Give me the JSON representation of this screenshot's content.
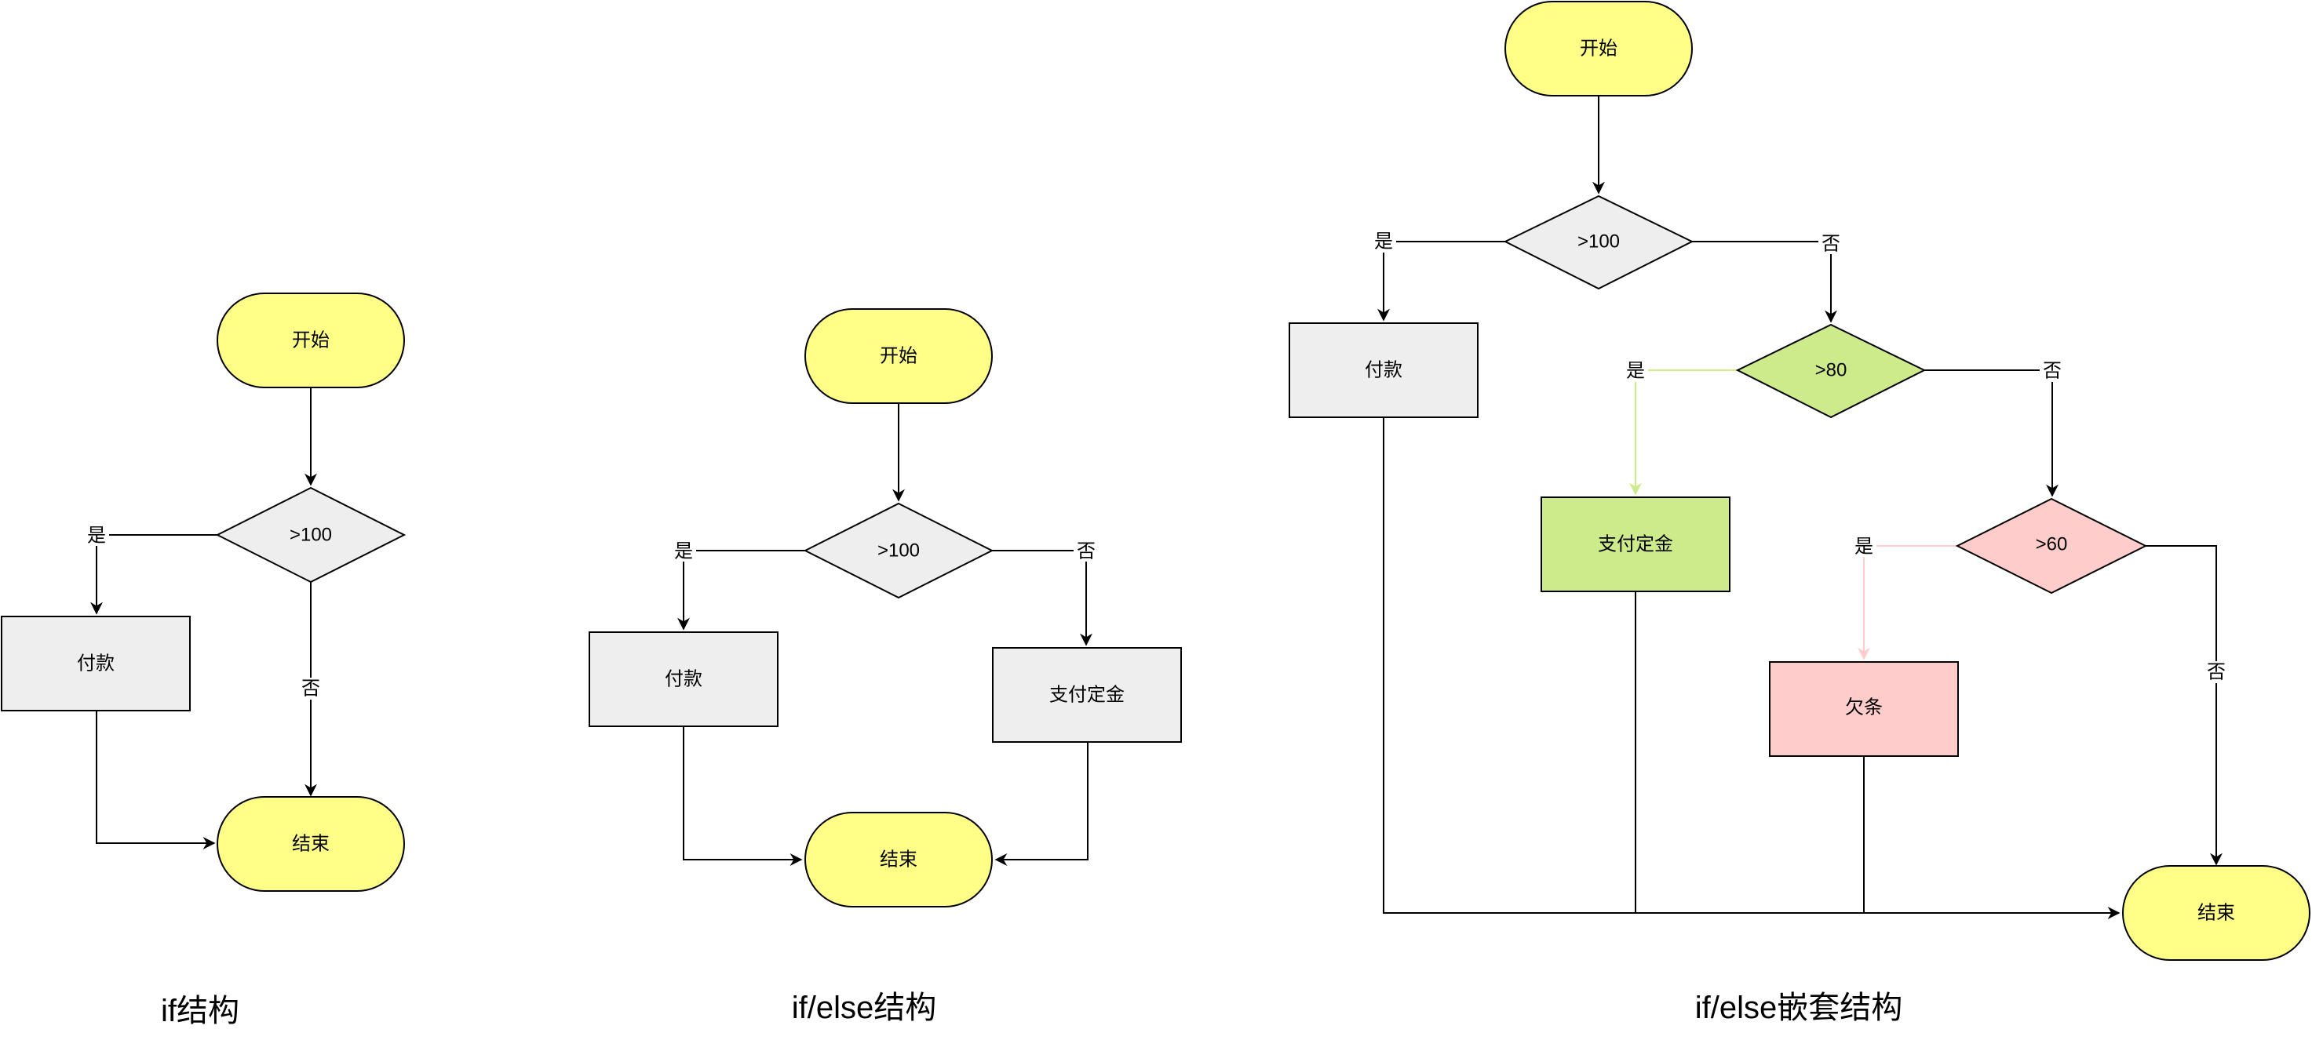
{
  "colors": {
    "terminal": "#FFFF88",
    "decision_default": "#EEEEEE",
    "process_default": "#EEEEEE",
    "green": "#CDEB8B",
    "green_line": "#CDEB8B",
    "red": "#FFCCCC",
    "red_line": "#FFCCCC",
    "stroke": "#000000"
  },
  "diagrams": {
    "if": {
      "caption": "if结构",
      "start": "开始",
      "decision": ">100",
      "yes": "是",
      "no": "否",
      "process": "付款",
      "end": "结束"
    },
    "if_else": {
      "caption": "if/else结构",
      "start": "开始",
      "decision": ">100",
      "yes": "是",
      "no": "否",
      "process_yes": "付款",
      "process_no": "支付定金",
      "end": "结束"
    },
    "nested": {
      "caption": "if/else嵌套结构",
      "start": "开始",
      "decision1": ">100",
      "yes1": "是",
      "no1": "否",
      "process1": "付款",
      "decision2": ">80",
      "yes2": "是",
      "no2": "否",
      "process2": "支付定金",
      "decision3": ">60",
      "yes3": "是",
      "no3": "否",
      "process3": "欠条",
      "end": "结束"
    }
  }
}
